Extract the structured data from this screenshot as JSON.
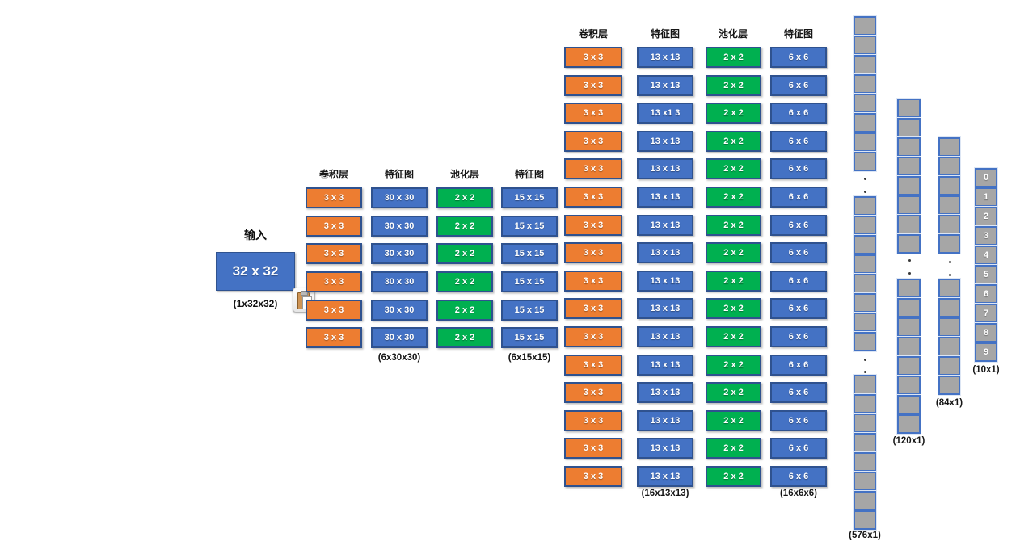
{
  "colors": {
    "conv_fill": "#ED7D31",
    "feature_fill": "#4472C4",
    "pool_fill": "#00B050",
    "neuron_fill": "#A6A6A6",
    "shape_border": "#2F528F",
    "neuron_border": "#4472C4"
  },
  "input": {
    "label": "输入",
    "value": "32 x 32",
    "caption": "(1x32x32)"
  },
  "icons": {
    "paste_icon": "clipboard-paste-options"
  },
  "block1": {
    "headers": [
      "卷积层",
      "特征图",
      "池化层",
      "特征图"
    ],
    "rows": [
      [
        "3 x 3",
        "30 x 30",
        "2 x 2",
        "15 x 15"
      ],
      [
        "3 x 3",
        "30 x 30",
        "2 x 2",
        "15 x 15"
      ],
      [
        "3 x 3",
        "30 x 30",
        "2 x 2",
        "15 x 15"
      ],
      [
        "3 x 3",
        "30 x 30",
        "2 x 2",
        "15 x 15"
      ],
      [
        "3 x 3",
        "30 x 30",
        "2 x 2",
        "15 x 15"
      ],
      [
        "3 x 3",
        "30 x 30",
        "2 x 2",
        "15 x 15"
      ]
    ],
    "captions": [
      "(6x30x30)",
      "(6x15x15)"
    ]
  },
  "block2": {
    "headers": [
      "卷积层",
      "特征图",
      "池化层",
      "特征图"
    ],
    "rows": [
      [
        "3 x 3",
        "13 x 13",
        "2 x 2",
        "6 x 6"
      ],
      [
        "3 x 3",
        "13 x 13",
        "2 x 2",
        "6 x 6"
      ],
      [
        "3 x 3",
        "13 x1 3",
        "2 x 2",
        "6 x 6"
      ],
      [
        "3 x 3",
        "13 x 13",
        "2 x 2",
        "6 x 6"
      ],
      [
        "3 x 3",
        "13 x 13",
        "2 x 2",
        "6 x 6"
      ],
      [
        "3 x 3",
        "13 x 13",
        "2 x 2",
        "6 x 6"
      ],
      [
        "3 x 3",
        "13 x 13",
        "2 x 2",
        "6 x 6"
      ],
      [
        "3 x 3",
        "13 x 13",
        "2 x 2",
        "6 x 6"
      ],
      [
        "3 x 3",
        "13 x 13",
        "2 x 2",
        "6 x 6"
      ],
      [
        "3 x 3",
        "13 x 13",
        "2 x 2",
        "6 x 6"
      ],
      [
        "3 x 3",
        "13 x 13",
        "2 x 2",
        "6 x 6"
      ],
      [
        "3 x 3",
        "13 x 13",
        "2 x 2",
        "6 x 6"
      ],
      [
        "3 x 3",
        "13 x 13",
        "2 x 2",
        "6 x 6"
      ],
      [
        "3 x 3",
        "13 x 13",
        "2 x 2",
        "6 x 6"
      ],
      [
        "3 x 3",
        "13 x 13",
        "2 x 2",
        "6 x 6"
      ],
      [
        "3 x 3",
        "13 x 13",
        "2 x 2",
        "6 x 6"
      ]
    ],
    "captions": [
      "(16x13x13)",
      "(16x6x6)"
    ]
  },
  "fc_layers": [
    {
      "name": "flatten",
      "caption": "(576x1)",
      "segments": [
        8,
        8,
        8
      ]
    },
    {
      "name": "fc-120",
      "caption": "(120x1)",
      "segments": [
        8,
        8
      ]
    },
    {
      "name": "fc-84",
      "caption": "(84x1)",
      "segments": [
        6,
        6
      ]
    },
    {
      "name": "output",
      "caption": "(10x1)",
      "cells": [
        "0",
        "1",
        "2",
        "3",
        "4",
        "5",
        "6",
        "7",
        "8",
        "9"
      ]
    }
  ]
}
